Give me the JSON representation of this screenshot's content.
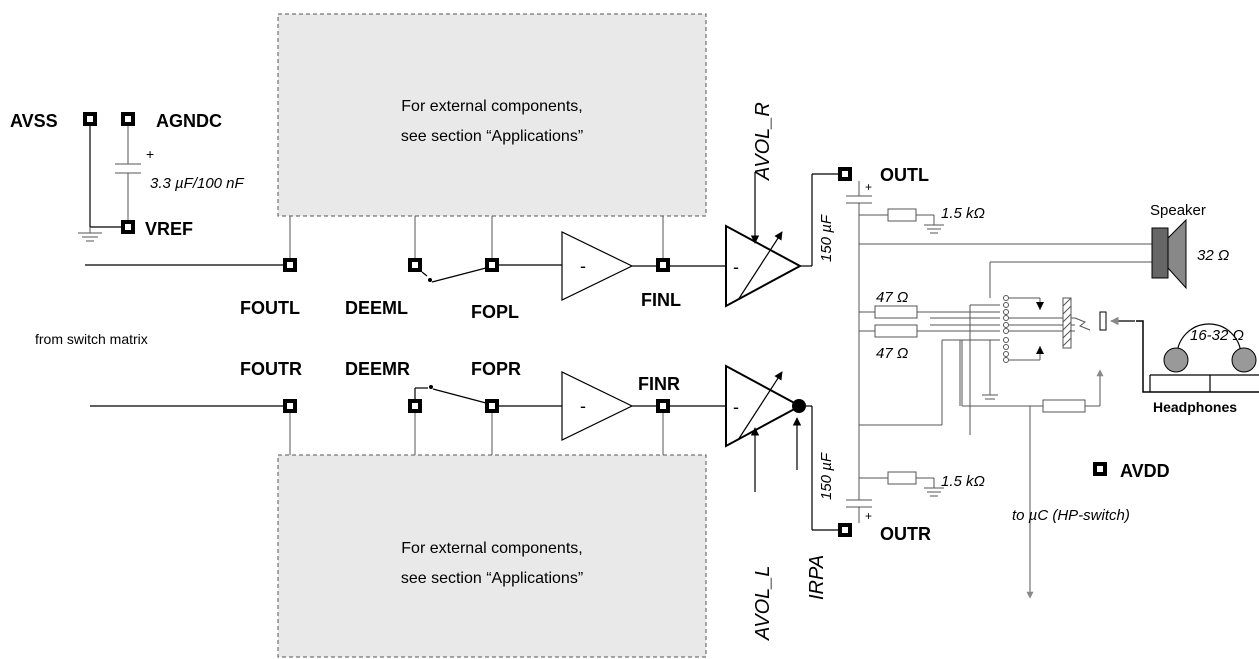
{
  "labels": {
    "avss": "AVSS",
    "agndc": "AGNDC",
    "vref": "VREF",
    "cap_value": "3.3 µF/100 nF",
    "cap_plus": "+",
    "foutl": "FOUTL",
    "deeml": "DEEML",
    "fopl": "FOPL",
    "finl": "FINL",
    "foutr": "FOUTR",
    "deemr": "DEEMR",
    "fopr": "FOPR",
    "finr": "FINR",
    "from_switch_matrix": "from switch matrix",
    "ext_top_line1": "For external components,",
    "ext_top_line2": "see section “Applications”",
    "ext_bot_line1": "For external components,",
    "ext_bot_line2": "see section “Applications”",
    "avol_r": "AVOL_R",
    "avol_l": "AVOL_L",
    "irpa": "IRPA",
    "minus_sign": "-",
    "outl": "OUTL",
    "outr": "OUTR",
    "cap_150_top": "150 µF",
    "cap_150_bot": "150 µF",
    "res_1k5_top": "1.5 kΩ",
    "res_1k5_bot": "1.5 kΩ",
    "res_47_top": "47 Ω",
    "res_47_bot": "47 Ω",
    "speaker": "Speaker",
    "speaker_ohm": "32 Ω",
    "headphone_ohm": "16-32 Ω",
    "headphones": "Headphones",
    "avdd": "AVDD",
    "to_uc": "to µC (HP-switch)"
  }
}
